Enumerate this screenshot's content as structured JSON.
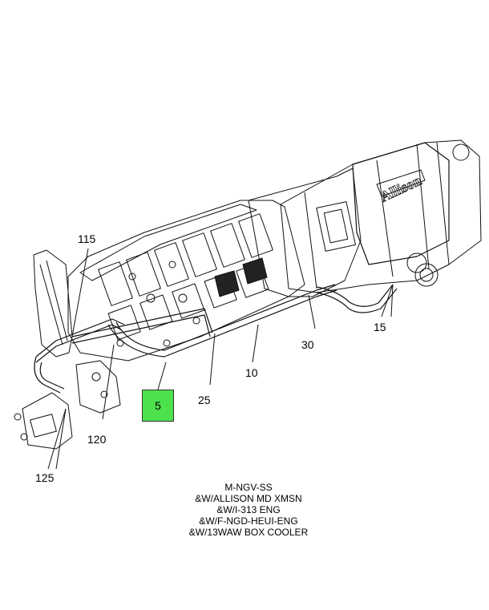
{
  "callouts": {
    "c115": "115",
    "c15": "15",
    "c30": "30",
    "c10": "10",
    "c25": "25",
    "c120": "120",
    "c125": "125"
  },
  "hotspot": {
    "label": "5",
    "color": "#4de24d"
  },
  "brand_logo": "Allison",
  "caption_lines": [
    "M-NGV-SS",
    "&W/ALLISON MD XMSN",
    "&W/I-313 ENG",
    "&W/F-NGD-HEUI-ENG",
    "&W/13WAW BOX COOLER"
  ],
  "colors": {
    "line": "#111111",
    "background": "#ffffff"
  }
}
